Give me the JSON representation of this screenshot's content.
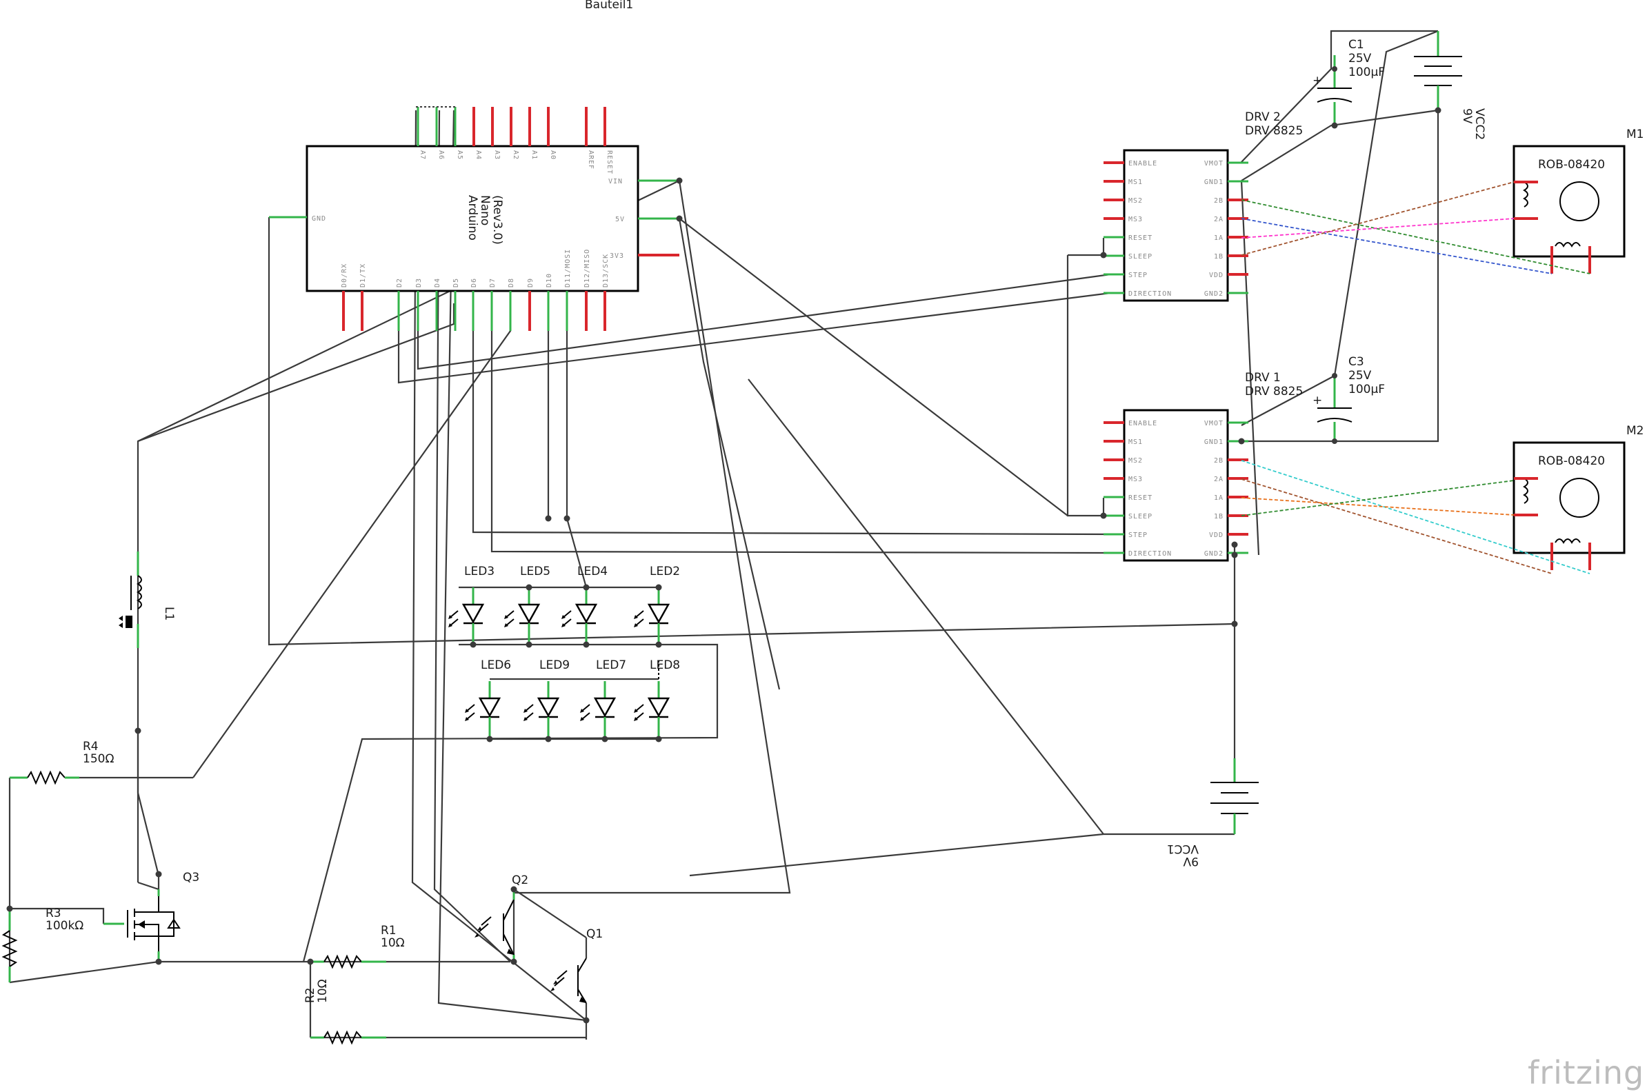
{
  "title": "Bauteil1",
  "arduino": {
    "name_lines": [
      "Arduino",
      "Nano",
      "(Rev3.0)"
    ],
    "top_pins": [
      "A7",
      "A6",
      "A5",
      "A4",
      "A3",
      "A2",
      "A1",
      "A0",
      "AREF",
      "RESET"
    ],
    "bottom_pins": [
      "D0/RX",
      "D1/TX",
      "D2",
      "D3",
      "D4",
      "D5",
      "D6",
      "D7",
      "D8",
      "D9",
      "D10",
      "D11/MOSI",
      "D12/MISO",
      "D13/SCK"
    ],
    "left_pin": "GND",
    "right_pins": [
      "VIN",
      "5V",
      "3V3"
    ]
  },
  "drivers": [
    {
      "ref": "DRV 2",
      "part": "DRV 8825"
    },
    {
      "ref": "DRV 1",
      "part": "DRV 8825"
    }
  ],
  "driver_pins_left": [
    "ENABLE",
    "MS1",
    "MS2",
    "MS3",
    "RESET",
    "SLEEP",
    "STEP",
    "DIRECTION"
  ],
  "driver_pins_right": [
    "VMOT",
    "GND1",
    "2B",
    "2A",
    "1A",
    "1B",
    "VDD",
    "GND2"
  ],
  "capacitors": [
    {
      "ref": "C1",
      "voltage": "25V",
      "value": "100µF"
    },
    {
      "ref": "C3",
      "voltage": "25V",
      "value": "100µF"
    }
  ],
  "batteries": [
    {
      "ref": "VCC2",
      "voltage": "9V"
    },
    {
      "ref": "VCC1",
      "voltage": "9V"
    }
  ],
  "motors": [
    {
      "ref": "M1",
      "part": "ROB-08420"
    },
    {
      "ref": "M2",
      "part": "ROB-08420"
    }
  ],
  "leds_top": [
    "LED3",
    "LED5",
    "LED4",
    "LED2"
  ],
  "leds_bottom": [
    "LED6",
    "LED9",
    "LED7",
    "LED8"
  ],
  "resistors": [
    {
      "ref": "R4",
      "value": "150Ω"
    },
    {
      "ref": "R3",
      "value": "100kΩ"
    },
    {
      "ref": "R1",
      "value": "10Ω"
    },
    {
      "ref": "R2",
      "value": "10Ω"
    }
  ],
  "transistors": [
    "Q1",
    "Q2",
    "Q3"
  ],
  "inductor": "L1",
  "logo": "fritzing",
  "colors": {
    "pin_red": "#d9262c",
    "pin_green": "#33b54a",
    "wire": "#3a3a3a"
  }
}
